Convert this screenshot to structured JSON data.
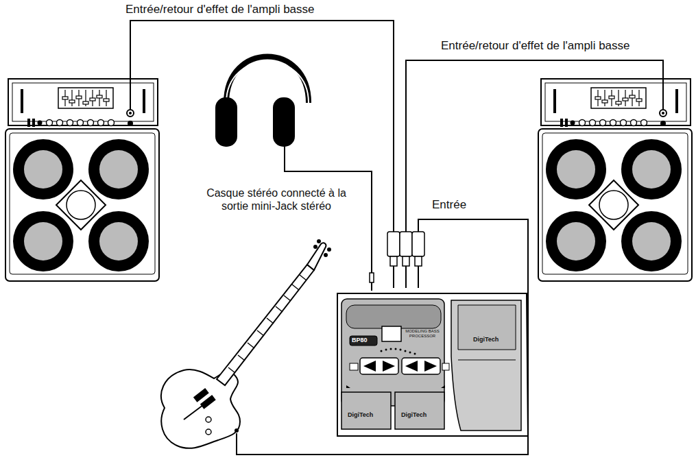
{
  "diagram": {
    "labels": [
      "Entrée/retour d'effet de l'ampli basse",
      "Entrée/retour d'effet de l'ampli basse",
      "Casque stéréo connecté à la sortie mini-Jack stéréo",
      "Entrée",
      "BP80",
      "MODELING BASS PROCESSOR",
      "DigiTech",
      "DigiTech",
      "DigiTech"
    ]
  }
}
